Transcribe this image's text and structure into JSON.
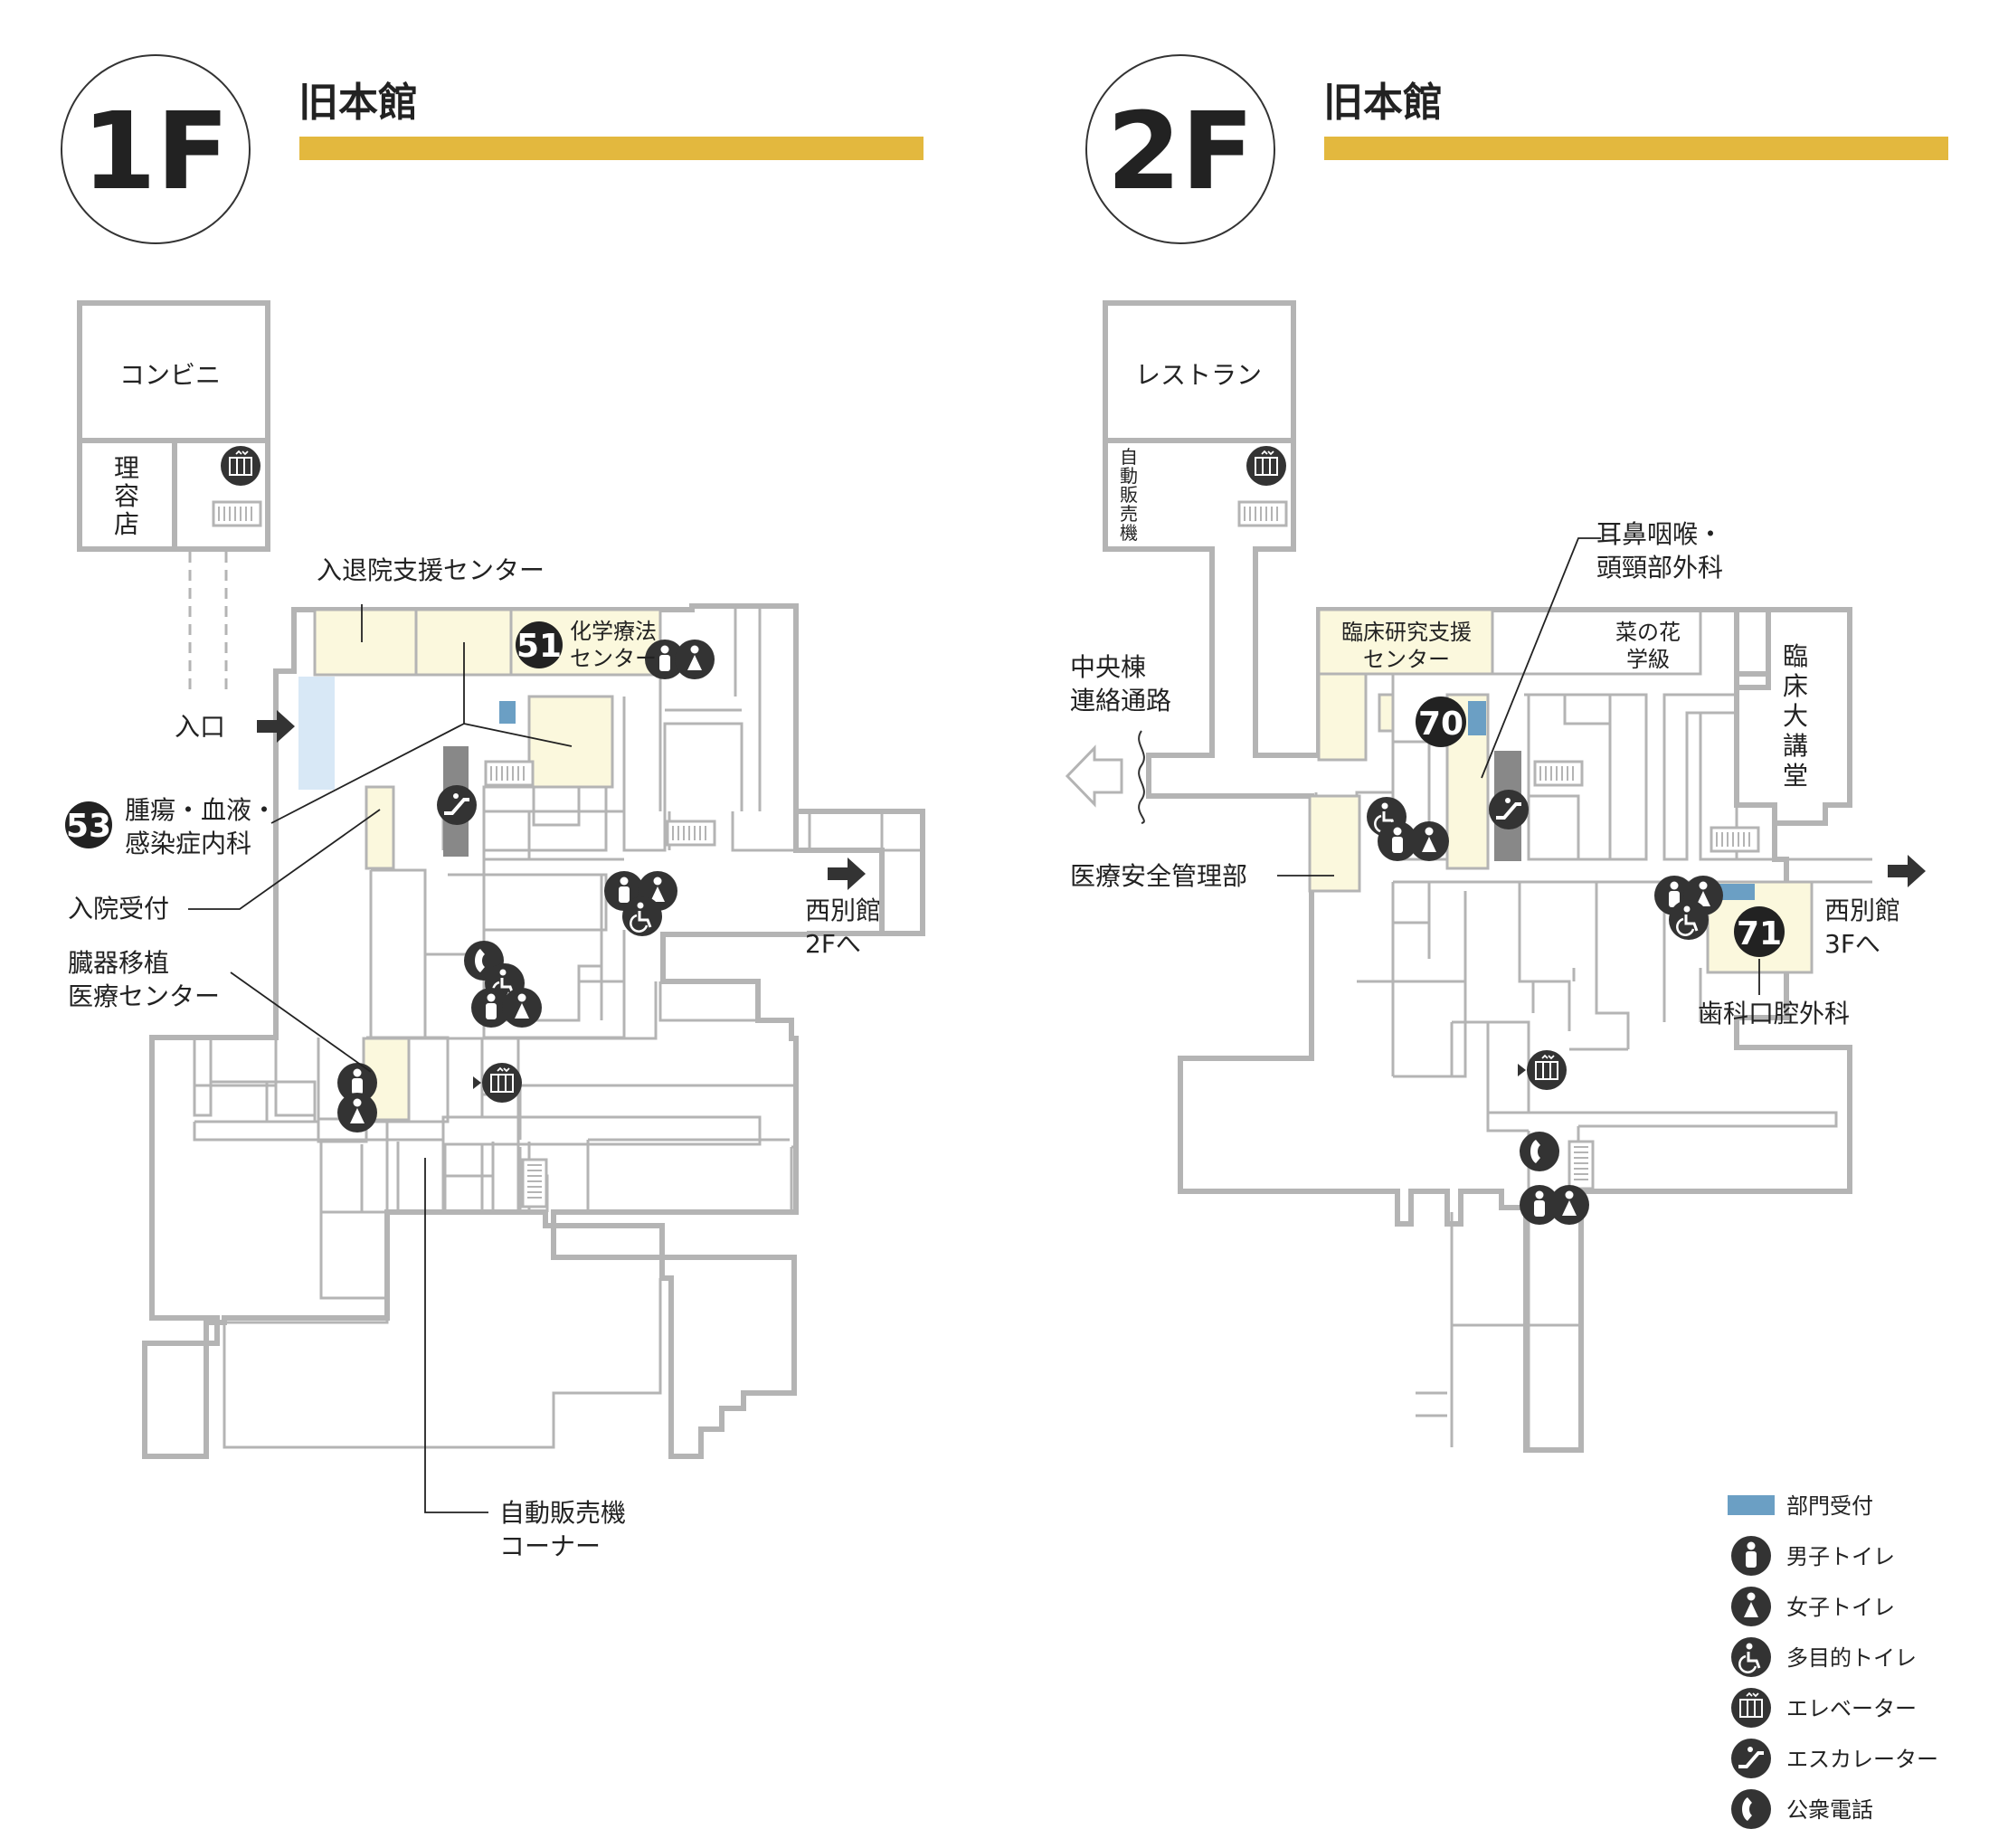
{
  "floors": [
    {
      "floor": "1F",
      "building": "旧本館"
    },
    {
      "floor": "2F",
      "building": "旧本館"
    }
  ],
  "accent_color": "#e3b83e",
  "zone_color": "#fbf8dd",
  "reception_color": "#6b9fc4",
  "icons": [
    "male-toilet-icon",
    "female-toilet-icon",
    "accessible-toilet-icon",
    "elevator-icon",
    "escalator-icon",
    "public-phone-icon",
    "stairs-icon",
    "arrow-right-icon"
  ],
  "f1": {
    "convenience": "コンビニ",
    "barber": "理容店",
    "entrance": "入口",
    "admission_support": "入退院支援センター",
    "chemo_num": "51",
    "chemo": "化学療法\nセンター",
    "onco_num": "53",
    "onco": "腫瘍・血液・\n感染症内科",
    "admission_desk": "入院受付",
    "transplant": "臓器移植\n医療センター",
    "to_west": "西別館\n2Fへ",
    "vending": "自動販売機\nコーナー"
  },
  "f2": {
    "restaurant": "レストラン",
    "vending_vertical": "自動販売機",
    "ent_label": "耳鼻咽喉・\n頭頸部外科",
    "clinical_research": "臨床研究支援\nセンター",
    "nanohana": "菜の花\n学級",
    "lecture": "臨床大講堂",
    "central_link": "中央棟\n連絡通路",
    "ent_num": "70",
    "safety": "医療安全管理部",
    "to_west": "西別館\n3Fへ",
    "dental_num": "71",
    "dental": "歯科口腔外科"
  },
  "legend": [
    {
      "icon": "department-reception-swatch",
      "label": "部門受付"
    },
    {
      "icon": "male-toilet-icon",
      "label": "男子トイレ"
    },
    {
      "icon": "female-toilet-icon",
      "label": "女子トイレ"
    },
    {
      "icon": "accessible-toilet-icon",
      "label": "多目的トイレ"
    },
    {
      "icon": "elevator-icon",
      "label": "エレベーター"
    },
    {
      "icon": "escalator-icon",
      "label": "エスカレーター"
    },
    {
      "icon": "public-phone-icon",
      "label": "公衆電話"
    }
  ]
}
